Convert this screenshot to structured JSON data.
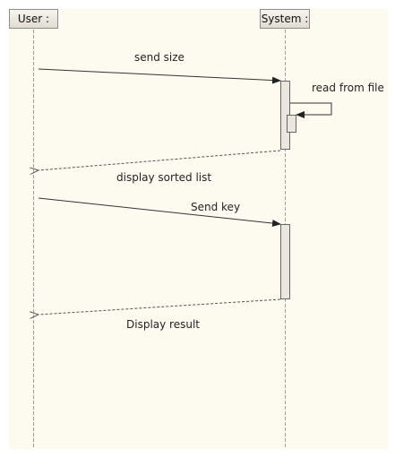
{
  "lifelines": [
    {
      "id": "user",
      "label": "User :"
    },
    {
      "id": "system",
      "label": "System :"
    }
  ],
  "messages": [
    {
      "id": "send-size",
      "label": "send size",
      "from": "user",
      "to": "system",
      "kind": "synchronous"
    },
    {
      "id": "read-from-file",
      "label": "read from file",
      "from": "system",
      "to": "system",
      "kind": "self-call"
    },
    {
      "id": "display-sorted-list",
      "label": "display sorted list",
      "from": "system",
      "to": "user",
      "kind": "return"
    },
    {
      "id": "send-key",
      "label": "Send key",
      "from": "user",
      "to": "system",
      "kind": "synchronous"
    },
    {
      "id": "display-result",
      "label": "Display result",
      "from": "system",
      "to": "user",
      "kind": "return"
    }
  ],
  "colors": {
    "background": "#fdfaf0",
    "lifeline": "#a0a0a0",
    "message": "#333333",
    "activation_fill": "#ebe7e0",
    "activation_border": "#666666"
  }
}
